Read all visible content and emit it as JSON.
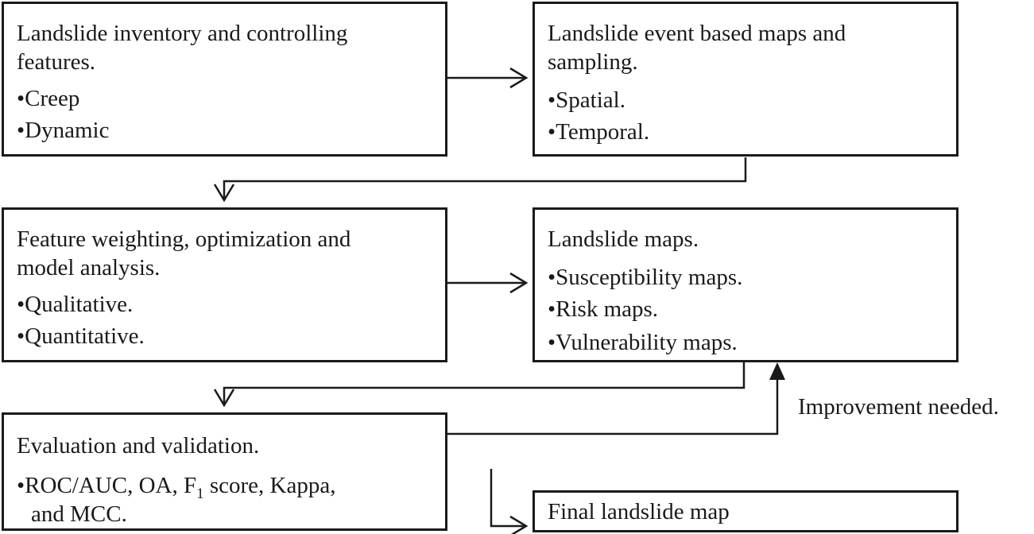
{
  "boxes": {
    "inventory": {
      "title": "Landslide inventory and controlling features.",
      "title_line1": "Landslide inventory and controlling",
      "title_line2": "features.",
      "bullets": [
        "Creep",
        "Dynamic"
      ]
    },
    "event_maps": {
      "title_line1": "Landslide event based maps and",
      "title_line2": "sampling.",
      "bullets": [
        "Spatial.",
        "Temporal."
      ]
    },
    "weighting": {
      "title_line1": "Feature weighting, optimization and",
      "title_line2": "model analysis.",
      "bullets": [
        "Qualitative.",
        "Quantitative."
      ]
    },
    "landslide_maps": {
      "title_line1": "Landslide maps.",
      "bullets": [
        "Susceptibility maps.",
        "Risk maps.",
        "Vulnerability maps."
      ]
    },
    "evaluation": {
      "title_line1": "Evaluation and validation.",
      "bullet_line1_pre": "ROC/AUC, OA, F",
      "bullet_line1_sub": "1",
      "bullet_line1_post": " score, Kappa,",
      "bullet_line2": "and MCC."
    },
    "final": {
      "title_line1": "Final landslide map"
    }
  },
  "feedback_label": "Improvement needed.",
  "bullet_glyph": "•"
}
